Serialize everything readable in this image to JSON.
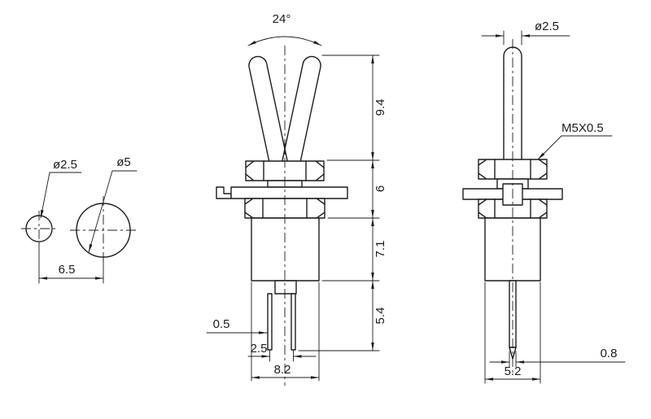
{
  "drawing": {
    "left_view": {
      "small_circle_dia": "ø2.5",
      "large_circle_dia": "ø5",
      "center_spacing": "6.5"
    },
    "front_view": {
      "toggle_angle": "24°",
      "lever_height": "9.4",
      "bushing_height": "6",
      "body_height": "7.1",
      "terminal_length": "5.4",
      "terminal_thickness": "0.5",
      "terminal_spacing": "2.5",
      "body_width": "8.2"
    },
    "side_view": {
      "lever_dia": "ø2.5",
      "thread_spec": "M5X0.5",
      "terminal_width": "0.8",
      "body_depth": "5.2"
    },
    "colors": {
      "line": "#1c1c1c",
      "background": "#ffffff"
    }
  }
}
